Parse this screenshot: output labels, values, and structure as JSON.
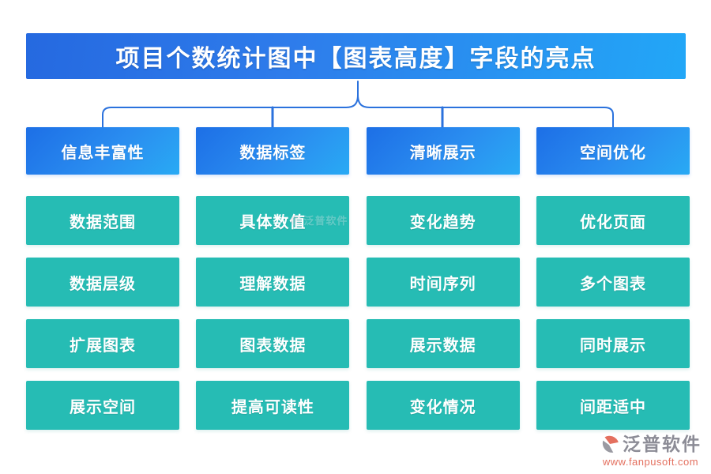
{
  "title": "项目个数统计图中【图表高度】字段的亮点",
  "columns": [
    {
      "header": "信息丰富性",
      "items": [
        "数据范围",
        "数据层级",
        "扩展图表",
        "展示空间"
      ]
    },
    {
      "header": "数据标签",
      "items": [
        "具体数值",
        "理解数据",
        "图表数据",
        "提高可读性"
      ]
    },
    {
      "header": "清晰展示",
      "items": [
        "变化趋势",
        "时间序列",
        "展示数据",
        "变化情况"
      ]
    },
    {
      "header": "空间优化",
      "items": [
        "优化页面",
        "多个图表",
        "同时展示",
        "间距适中"
      ]
    }
  ],
  "watermark": {
    "text": "泛普软件"
  },
  "branding": {
    "name": "泛普软件",
    "website": "www.fanpusoft.com"
  },
  "colors": {
    "banner_gradient_start": "#2569e0",
    "banner_gradient_end": "#22a7f7",
    "header_gradient_start": "#1d6fe6",
    "header_gradient_end": "#29aaf4",
    "node_teal": "#26bcb4",
    "connector_blue": "#2b72dd",
    "logo_gray": "#8c8c96",
    "logo_coral": "#e4705f"
  }
}
